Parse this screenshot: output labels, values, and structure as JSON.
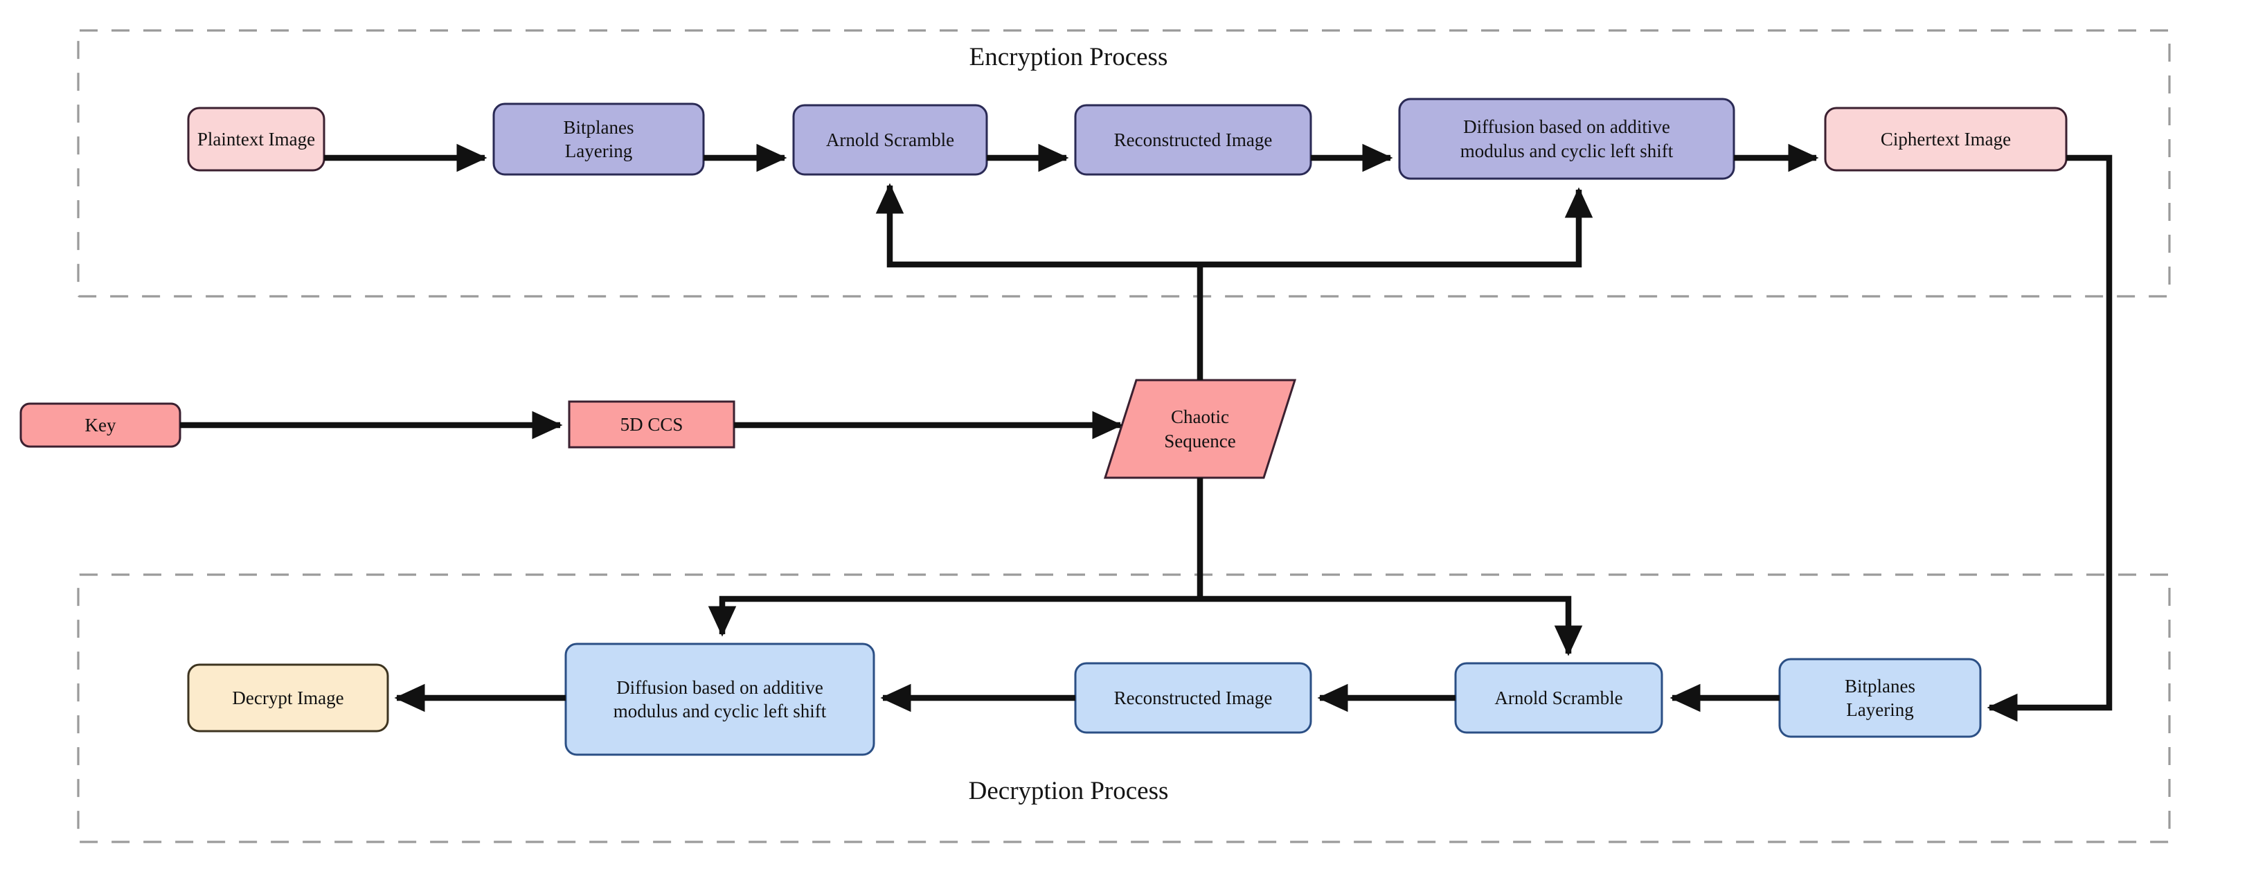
{
  "diagram": {
    "title_encryption": "Encryption Process",
    "title_decryption": "Decryption Process",
    "colors": {
      "pink": "#fad5d6",
      "pink_stroke": "#3b2030",
      "periwinkle": "#b2b2e0",
      "periwinkle_stroke": "#2a2a55",
      "light_blue": "#c5dcf8",
      "light_blue_stroke": "#2b4f85",
      "salmon": "#fb9f9f",
      "salmon_stroke": "#3b2030",
      "peach": "#fcebcc",
      "peach_stroke": "#3d3420",
      "arrow": "#111111",
      "dashed_border": "#9a9a9a",
      "background": "#ffffff"
    },
    "encryption": {
      "section_label": "Encryption Process",
      "nodes": [
        {
          "id": "plaintext-image",
          "label": "Plaintext Image",
          "shape": "rounded-rect",
          "fill": "pink"
        },
        {
          "id": "bitplanes-layering",
          "label": "Bitplanes\nLayering",
          "shape": "rounded-rect",
          "fill": "periwinkle"
        },
        {
          "id": "arnold-scramble",
          "label": "Arnold Scramble",
          "shape": "rounded-rect",
          "fill": "periwinkle"
        },
        {
          "id": "reconstructed-image",
          "label": "Reconstructed Image",
          "shape": "rounded-rect",
          "fill": "periwinkle"
        },
        {
          "id": "diffusion",
          "label": "Diffusion based on additive\nmodulus and cyclic left shift",
          "shape": "rounded-rect",
          "fill": "periwinkle"
        },
        {
          "id": "ciphertext-image",
          "label": "Ciphertext Image",
          "shape": "rounded-rect",
          "fill": "pink"
        }
      ]
    },
    "keychain": {
      "nodes": [
        {
          "id": "key",
          "label": "Key",
          "shape": "rounded-rect",
          "fill": "salmon"
        },
        {
          "id": "5d-ccs",
          "label": "5D CCS",
          "shape": "rect",
          "fill": "salmon"
        },
        {
          "id": "chaotic-sequence",
          "label": "Chaotic\nSequence",
          "shape": "parallelogram",
          "fill": "salmon"
        }
      ]
    },
    "decryption": {
      "section_label": "Decryption Process",
      "nodes": [
        {
          "id": "decrypt-image",
          "label": "Decrypt Image",
          "shape": "rounded-rect",
          "fill": "peach"
        },
        {
          "id": "diffusion-dec",
          "label": "Diffusion based on additive\nmodulus and cyclic left shift",
          "shape": "rounded-rect",
          "fill": "light_blue"
        },
        {
          "id": "reconstructed-image-dec",
          "label": "Reconstructed Image",
          "shape": "rounded-rect",
          "fill": "light_blue"
        },
        {
          "id": "arnold-scramble-dec",
          "label": "Arnold Scramble",
          "shape": "rounded-rect",
          "fill": "light_blue"
        },
        {
          "id": "bitplanes-layering-dec",
          "label": "Bitplanes\nLayering",
          "shape": "rounded-rect",
          "fill": "light_blue"
        }
      ]
    },
    "edges": [
      {
        "from": "plaintext-image",
        "to": "bitplanes-layering",
        "direction": "right"
      },
      {
        "from": "bitplanes-layering",
        "to": "arnold-scramble",
        "direction": "right"
      },
      {
        "from": "arnold-scramble",
        "to": "reconstructed-image",
        "direction": "right"
      },
      {
        "from": "reconstructed-image",
        "to": "diffusion",
        "direction": "right"
      },
      {
        "from": "diffusion",
        "to": "ciphertext-image",
        "direction": "right"
      },
      {
        "from": "key",
        "to": "5d-ccs",
        "direction": "right"
      },
      {
        "from": "5d-ccs",
        "to": "chaotic-sequence",
        "direction": "right"
      },
      {
        "from": "chaotic-sequence",
        "to": "arnold-scramble",
        "direction": "up"
      },
      {
        "from": "chaotic-sequence",
        "to": "diffusion",
        "direction": "up"
      },
      {
        "from": "chaotic-sequence",
        "to": "diffusion-dec",
        "direction": "down"
      },
      {
        "from": "chaotic-sequence",
        "to": "arnold-scramble-dec",
        "direction": "down"
      },
      {
        "from": "ciphertext-image",
        "to": "bitplanes-layering-dec",
        "direction": "around-right"
      },
      {
        "from": "bitplanes-layering-dec",
        "to": "arnold-scramble-dec",
        "direction": "left"
      },
      {
        "from": "arnold-scramble-dec",
        "to": "reconstructed-image-dec",
        "direction": "left"
      },
      {
        "from": "reconstructed-image-dec",
        "to": "diffusion-dec",
        "direction": "left"
      },
      {
        "from": "diffusion-dec",
        "to": "decrypt-image",
        "direction": "left"
      }
    ]
  }
}
